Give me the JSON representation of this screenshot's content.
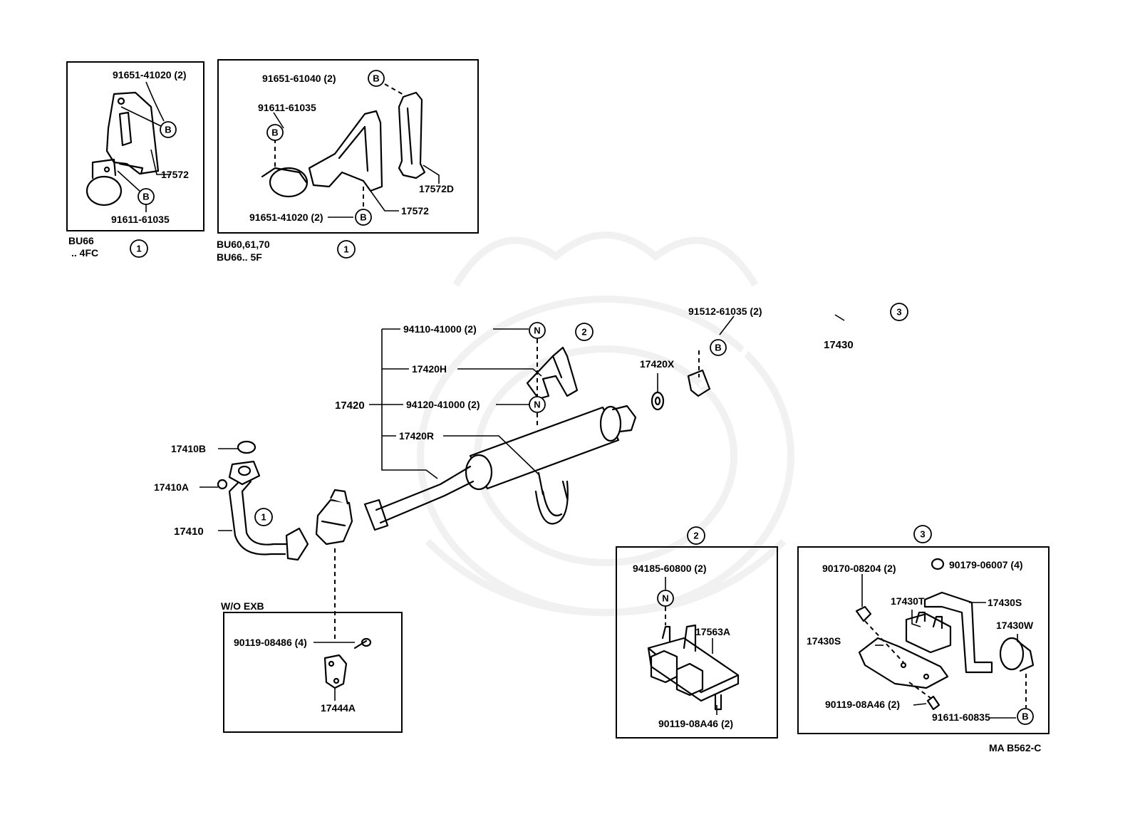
{
  "callout_letters": {
    "bolt": "B",
    "nut": "N"
  },
  "index_marks": {
    "one": "1",
    "two": "2",
    "three": "3"
  },
  "inset_bu66_4fc": {
    "caption_line1": "BU66",
    "caption_line2": ".. 4FC",
    "labels": {
      "bolt_top": "91651-41020 (2)",
      "bracket": "17572",
      "bolt_bottom": "91611-61035"
    }
  },
  "inset_bu60": {
    "caption_line1": "BU60,61,70",
    "caption_line2": "BU66.. 5F",
    "labels": {
      "bolt_top": "91651-61040 (2)",
      "bolt_clamp": "91611-61035",
      "bolt_bottom": "91651-41020 (2)",
      "bracket": "17572",
      "bracket_d": "17572D"
    }
  },
  "main": {
    "labels": {
      "nut_upper": "94110-41000 (2)",
      "bracket_h": "17420H",
      "assembly": "17420",
      "nut_lower": "94120-41000 (2)",
      "bracket_r": "17420R",
      "gasket_x": "17420X",
      "bolt_tail": "91512-61035 (2)",
      "tail_pipe": "17430",
      "gasket_b": "17410B",
      "gasket_a": "17410A",
      "front_pipe": "17410"
    }
  },
  "inset_wo_exb": {
    "title": "W/O EXB",
    "labels": {
      "bolt": "90119-08486 (4)",
      "cover": "17444A"
    }
  },
  "inset_2": {
    "labels": {
      "nut": "94185-60800 (2)",
      "mount": "17563A",
      "bolt": "90119-08A46 (2)"
    }
  },
  "inset_3": {
    "labels": {
      "bolt_top": "90170-08204 (2)",
      "nut_top": "90179-06007 (4)",
      "mount_t": "17430T",
      "bracket_s_right": "17430S",
      "bracket_s_left": "17430S",
      "clamp_w": "17430W",
      "bolt_bottom": "90119-08A46 (2)",
      "bolt_b": "91611-60835"
    }
  },
  "figure_id": "MA B562-C"
}
